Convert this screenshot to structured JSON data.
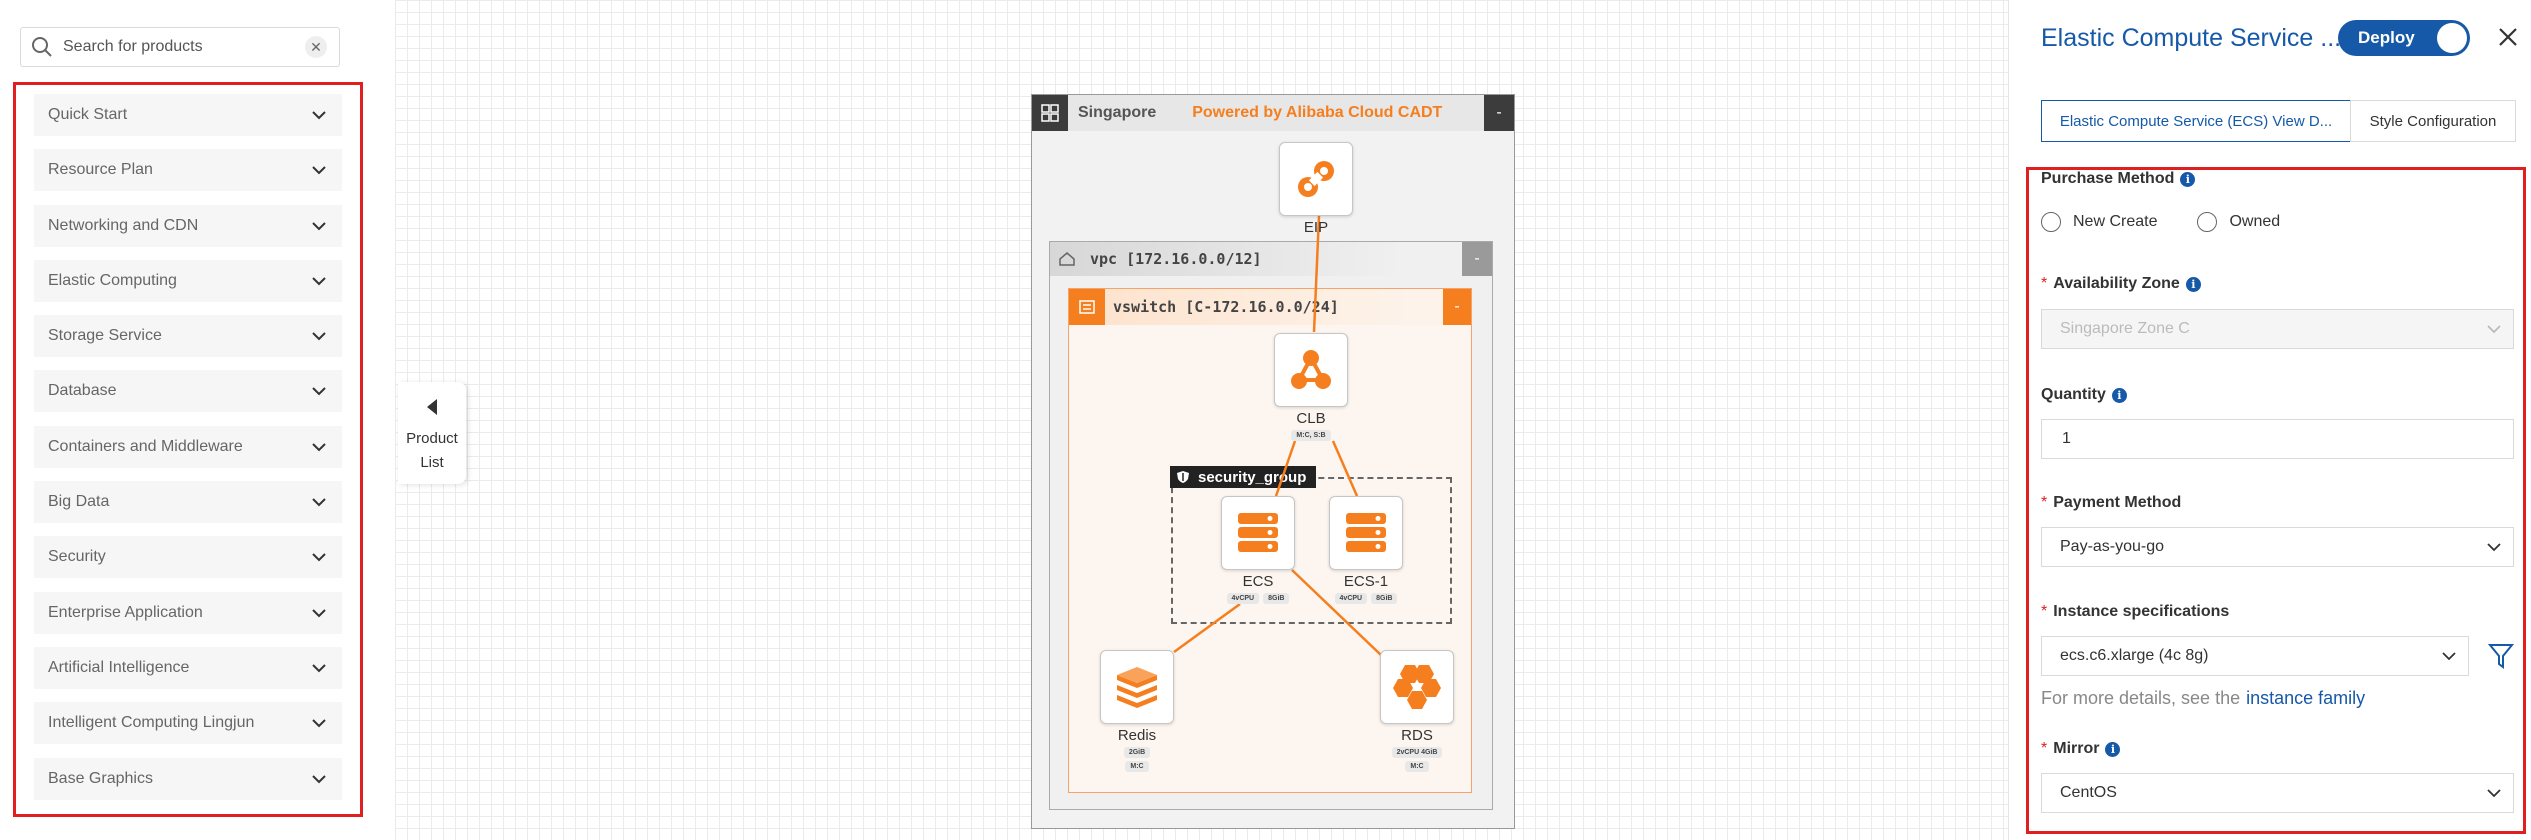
{
  "sidebar": {
    "search_placeholder": "Search for products",
    "categories": [
      "Quick Start",
      "Resource Plan",
      "Networking and CDN",
      "Elastic Computing",
      "Storage Service",
      "Database",
      "Containers and Middleware",
      "Big Data",
      "Security",
      "Enterprise Application",
      "Artificial Intelligence",
      "Intelligent Computing Lingjun",
      "Base Graphics"
    ],
    "toggle_label": "Product List"
  },
  "canvas": {
    "region": {
      "name": "Singapore",
      "powered_by": "Powered by Alibaba Cloud CADT",
      "collapse": "-"
    },
    "vpc": {
      "name": "vpc [172.16.0.0/12]",
      "collapse": "-"
    },
    "vswitch": {
      "name": "vswitch [C-172.16.0.0/24]",
      "collapse": "-"
    },
    "security_group": {
      "name": "security_group"
    },
    "nodes": {
      "eip": {
        "label": "EIP"
      },
      "clb": {
        "label": "CLB",
        "tags": [
          "M:C, S:B"
        ]
      },
      "ecs": {
        "label": "ECS",
        "tags": [
          "4vCPU",
          "8GiB"
        ]
      },
      "ecs1": {
        "label": "ECS-1",
        "tags": [
          "4vCPU",
          "8GiB"
        ]
      },
      "redis": {
        "label": "Redis",
        "tags": [
          "2GiB",
          "M:C"
        ]
      },
      "rds": {
        "label": "RDS",
        "tags": [
          "2vCPU 4GiB",
          "M:C"
        ]
      }
    },
    "colors": {
      "accent": "#f57e1f",
      "line": "#f57e1f",
      "region_dark": "#3c3c3c"
    }
  },
  "panel": {
    "title": "Elastic Compute Service ...",
    "deploy_label": "Deploy",
    "deploy_on": true,
    "tabs": [
      "Elastic Compute Service (ECS) View D...",
      "Style Configuration"
    ],
    "purchase_method": {
      "label": "Purchase Method",
      "options": [
        "New Create",
        "Owned"
      ]
    },
    "availability_zone": {
      "label": "Availability Zone",
      "value": "Singapore Zone C"
    },
    "quantity": {
      "label": "Quantity",
      "value": "1"
    },
    "payment_method": {
      "label": "Payment Method",
      "value": "Pay-as-you-go"
    },
    "instance_specifications": {
      "label": "Instance specifications",
      "value": "ecs.c6.xlarge (4c 8g)"
    },
    "details": {
      "text": "For more details, see the",
      "link": "instance family"
    },
    "mirror": {
      "label": "Mirror",
      "value": "CentOS"
    },
    "info_glyph": "i",
    "colors": {
      "primary": "#1659a8",
      "required": "#e02020"
    }
  }
}
